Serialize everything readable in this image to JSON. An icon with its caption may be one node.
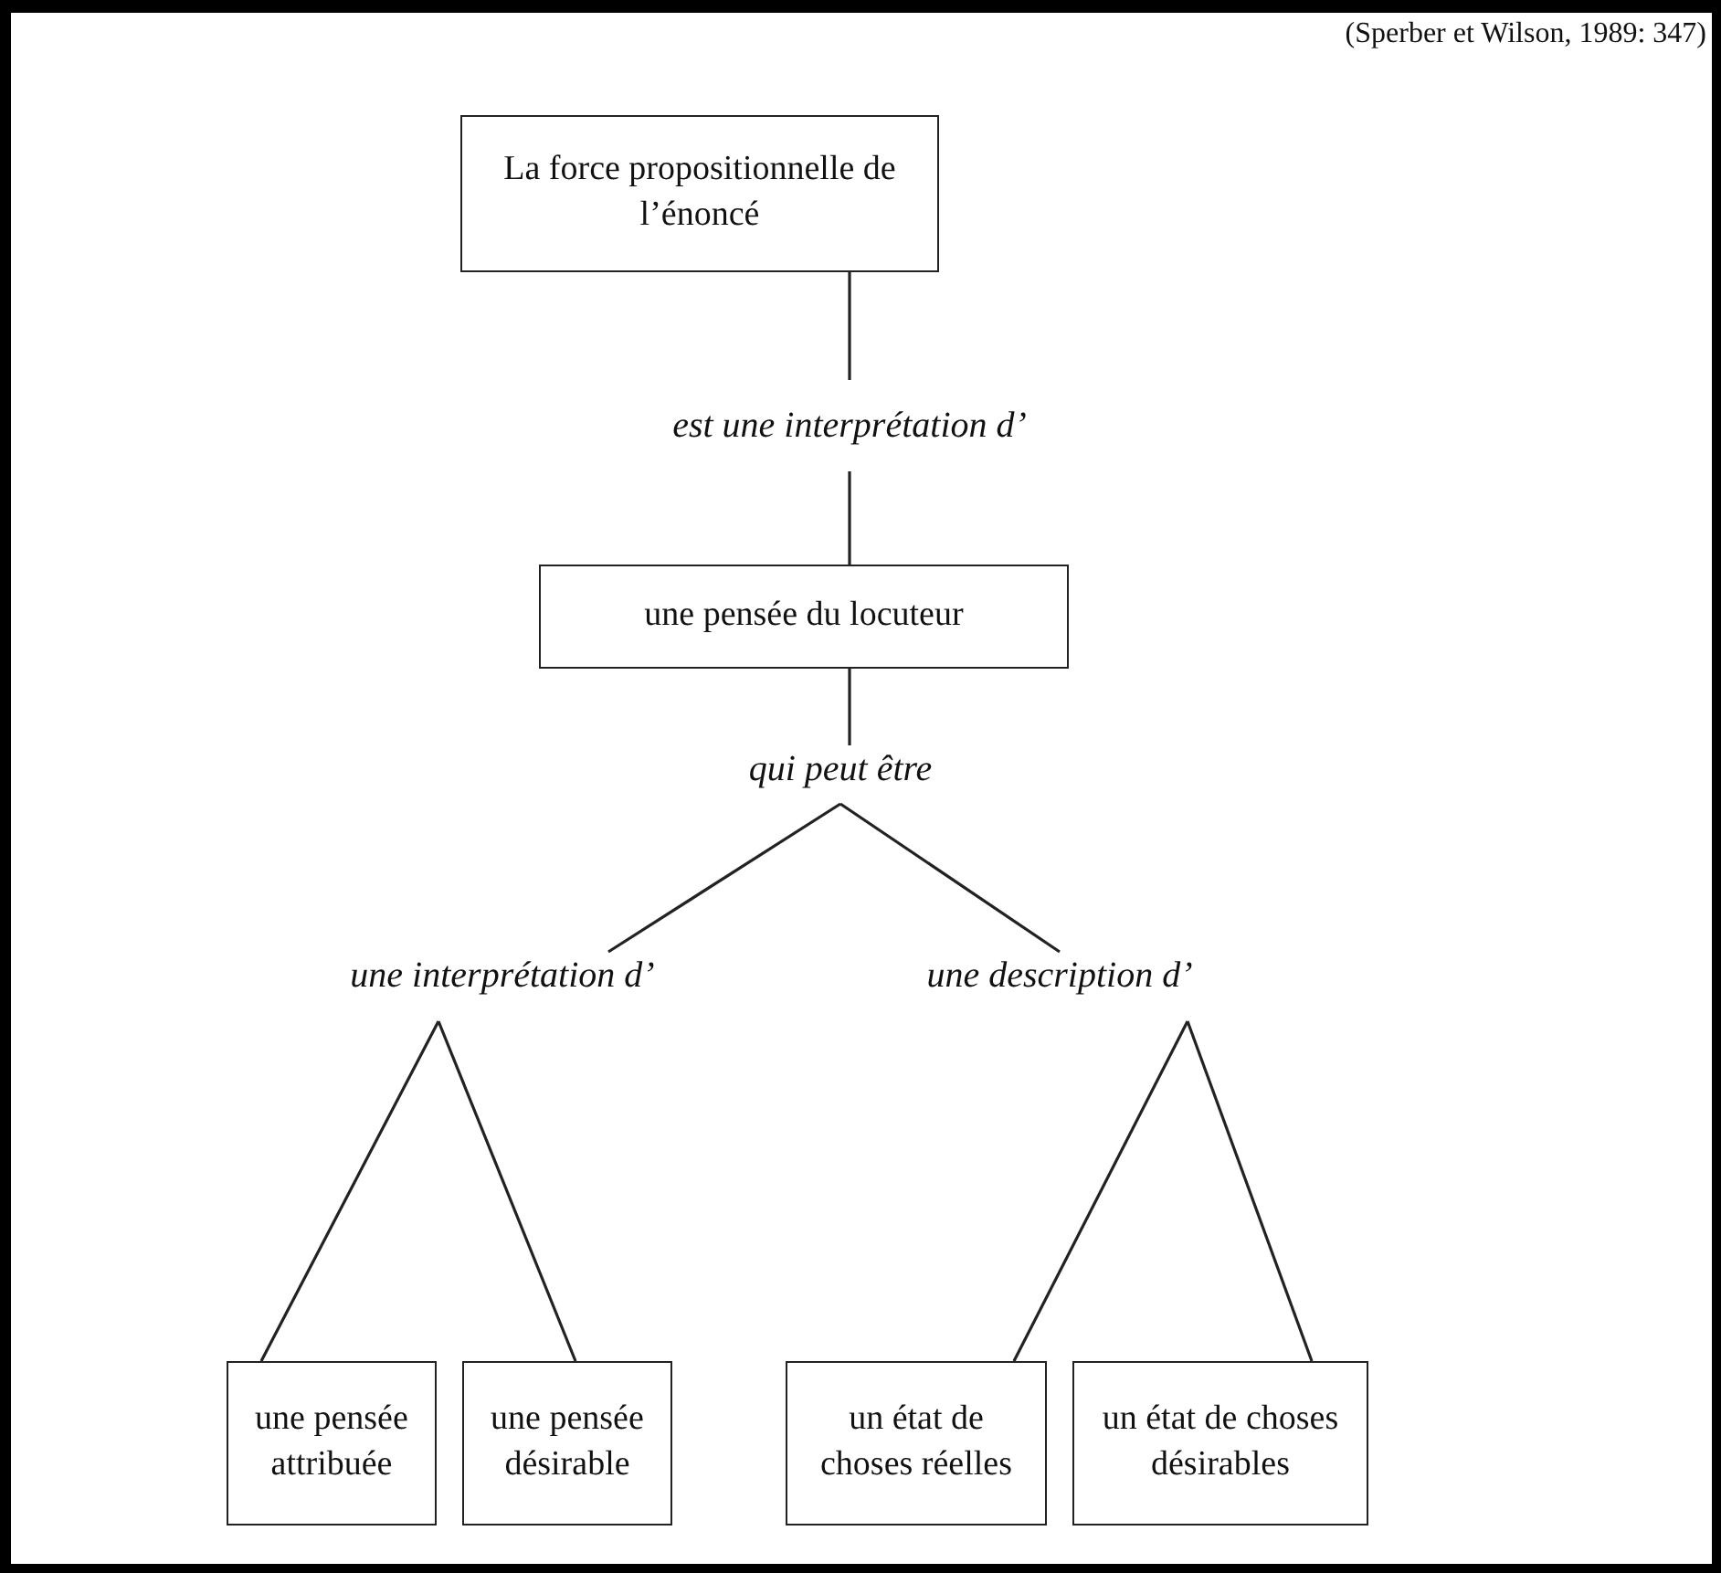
{
  "diagram": {
    "nodes": [
      {
        "text": [
          "La force propositionnelle de l’énoncé"
        ]
      },
      {
        "text": [
          "est une interprétation d’"
        ]
      },
      {
        "text": [
          "une pensée du locuteur"
        ]
      },
      {
        "text": [
          "qui peut être"
        ]
      },
      {
        "text": [
          "une interprétation d’"
        ]
      },
      {
        "text": [
          "une description d’"
        ]
      },
      {
        "text": [
          "une pensée attribuée"
        ]
      },
      {
        "text": [
          "une pensée désirable"
        ]
      },
      {
        "text": [
          "un état de choses réelles"
        ]
      },
      {
        "text": [
          "un état de choses désirables"
        ]
      }
    ],
    "edges": [
      {
        "from": 0,
        "to": 1,
        "arrow": "none"
      },
      {
        "from": 1,
        "to": 2,
        "arrow": "none"
      },
      {
        "from": 2,
        "to": 3,
        "arrow": "none"
      },
      {
        "from": 3,
        "to": 4,
        "arrow": "none"
      },
      {
        "from": 3,
        "to": 5,
        "arrow": "none"
      },
      {
        "from": 4,
        "to": 6,
        "arrow": "none"
      },
      {
        "from": 4,
        "to": 7,
        "arrow": "none"
      },
      {
        "from": 5,
        "to": 8,
        "arrow": "none"
      },
      {
        "from": 5,
        "to": 9,
        "arrow": "none"
      }
    ],
    "labels": [
      "(Sperber et Wilson, 1989: 347)"
    ]
  }
}
